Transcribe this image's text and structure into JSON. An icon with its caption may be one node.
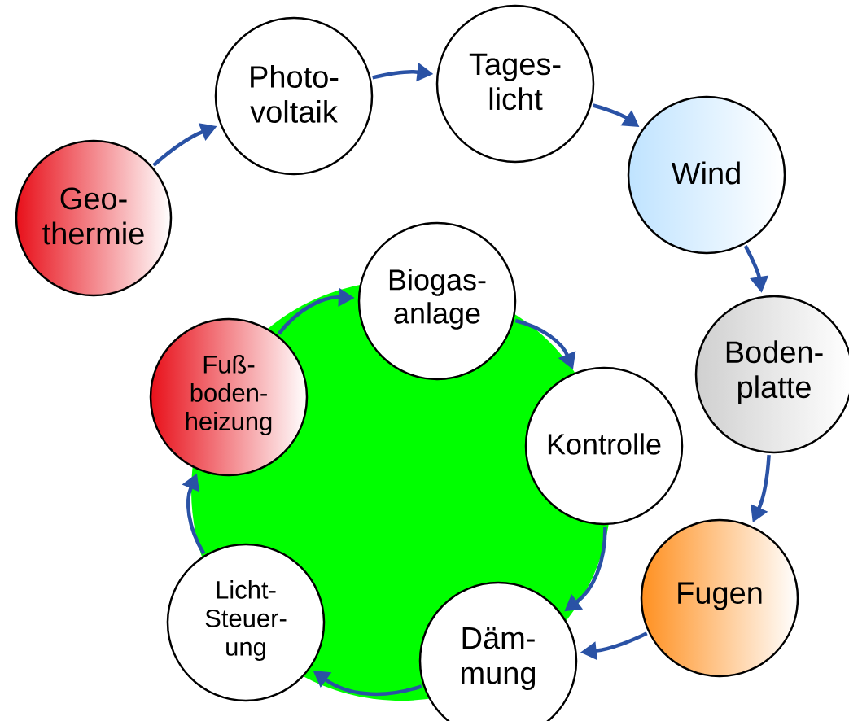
{
  "diagram": {
    "nodes": [
      {
        "text": [
          "Geo- thermie"
        ]
      },
      {
        "text": [
          "Photo- voltaik"
        ]
      },
      {
        "text": [
          "Tages- licht"
        ]
      },
      {
        "text": [
          "Wind"
        ]
      },
      {
        "text": [
          "Boden- platte"
        ]
      },
      {
        "text": [
          "Fugen"
        ]
      },
      {
        "text": [
          "Däm- mung"
        ]
      },
      {
        "text": [
          "Licht- Steuer- ung"
        ]
      },
      {
        "text": [
          "Fuß- boden- heizung"
        ]
      },
      {
        "text": [
          "Biogas- anlage"
        ]
      },
      {
        "text": [
          "Kontrolle"
        ]
      }
    ],
    "edges": [
      {
        "from": 0,
        "to": 1,
        "arrow": "to"
      },
      {
        "from": 1,
        "to": 2,
        "arrow": "to"
      },
      {
        "from": 2,
        "to": 3,
        "arrow": "to"
      },
      {
        "from": 3,
        "to": 4,
        "arrow": "to"
      },
      {
        "from": 4,
        "to": 5,
        "arrow": "to"
      },
      {
        "from": 5,
        "to": 6,
        "arrow": "to"
      },
      {
        "from": 8,
        "to": 9,
        "arrow": "to"
      },
      {
        "from": 9,
        "to": 10,
        "arrow": "to"
      },
      {
        "from": 10,
        "to": 6,
        "arrow": "to"
      },
      {
        "from": 6,
        "to": 7,
        "arrow": "to"
      },
      {
        "from": 7,
        "to": 8,
        "arrow": "to"
      }
    ]
  }
}
